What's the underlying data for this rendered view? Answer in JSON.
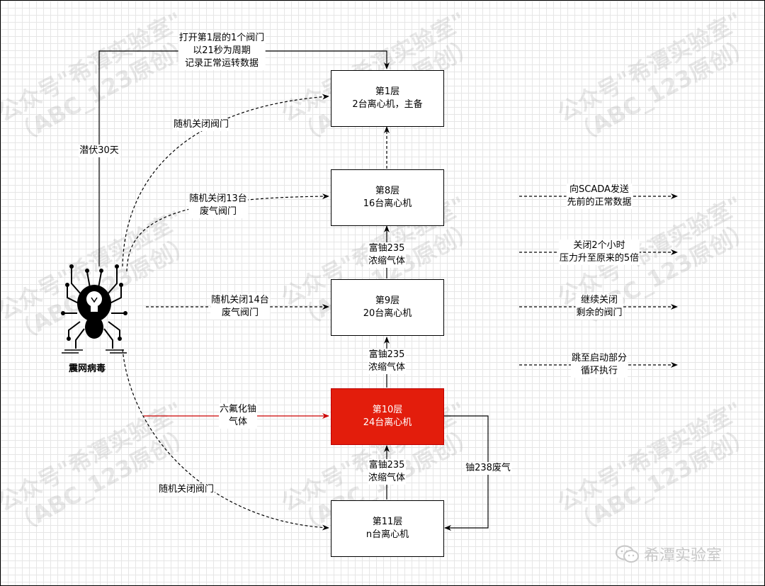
{
  "nodes": {
    "layer1": {
      "line1": "第1层",
      "line2": "2台离心机，主备"
    },
    "layer8": {
      "line1": "第8层",
      "line2": "16台离心机"
    },
    "layer9": {
      "line1": "第9层",
      "line2": "20台离心机"
    },
    "layer10": {
      "line1": "第10层",
      "line2": "24台离心机"
    },
    "layer11": {
      "line1": "第11层",
      "line2": "n台离心机"
    }
  },
  "virus": {
    "title": "震网病毒"
  },
  "edges": {
    "open_valve": [
      "打开第1层的1个阀门",
      "以21秒为周期",
      "记录正常运转数据"
    ],
    "latent": [
      "潜伏30天"
    ],
    "random_close_valve_top": [
      "随机关闭阀门"
    ],
    "random_close_13": [
      "随机关闭13台",
      "废气阀门"
    ],
    "random_close_14": [
      "随机关闭14台",
      "废气阀门"
    ],
    "uf6": [
      "六氟化铀",
      "气体"
    ],
    "random_close_valve_bottom": [
      "随机关闭阀门"
    ],
    "enriched_9_8": [
      "富铀235",
      "浓缩气体"
    ],
    "enriched_10_9": [
      "富铀235",
      "浓缩气体"
    ],
    "enriched_11_10": [
      "富铀235",
      "浓缩气体"
    ],
    "u238_waste": [
      "铀238废气"
    ]
  },
  "steps": [
    [
      "向SCADA发送",
      "先前的正常数据"
    ],
    [
      "关闭2个小时",
      "压力升至原来的5倍"
    ],
    [
      "继续关闭",
      "剩余的阀门"
    ],
    [
      "跳至启动部分",
      "循环执行"
    ]
  ],
  "watermark": [
    "公众号\"希潭实验室\"",
    "（ABC_123原创）"
  ],
  "footer": {
    "brand": "希潭实验室"
  },
  "colors": {
    "highlight": "#e31d0c",
    "uf6_arrow": "#cc0000",
    "line": "#000000"
  }
}
